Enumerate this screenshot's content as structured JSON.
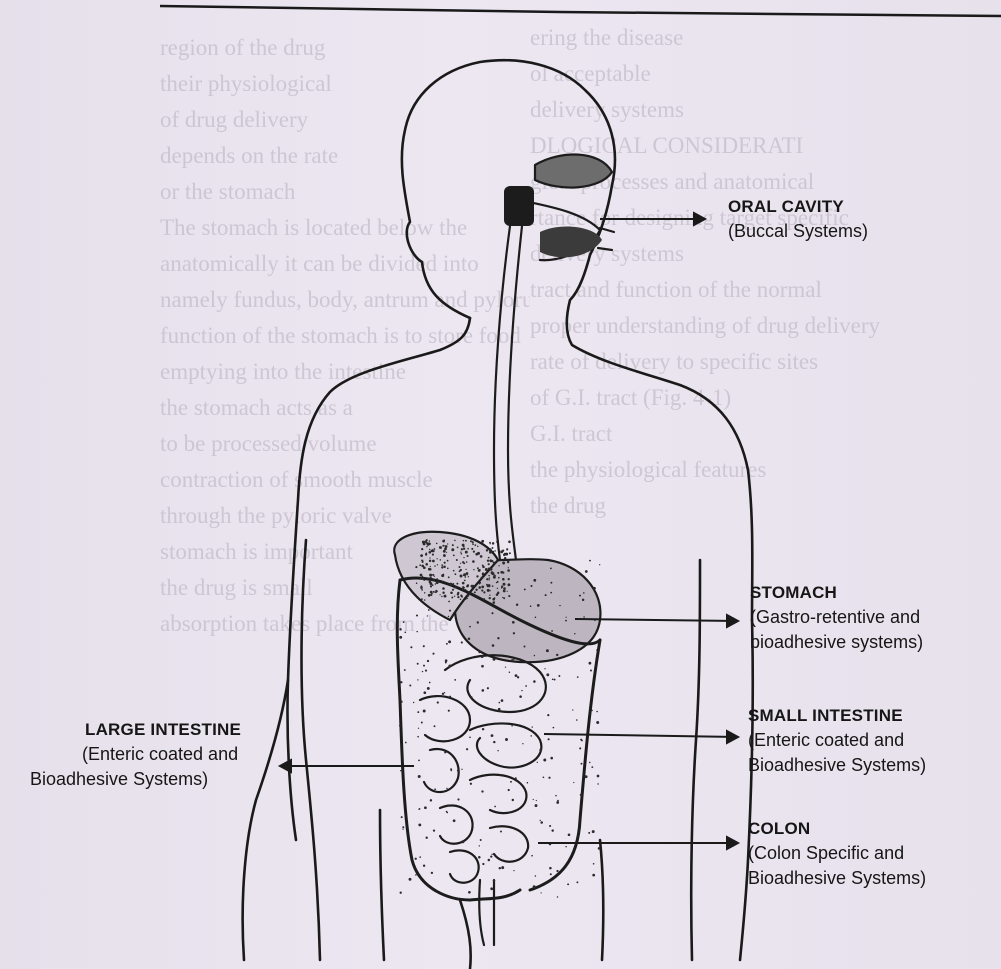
{
  "background_text": {
    "left_column": [
      "ering the disease",
      "ol acceptable",
      "delivery systems",
      "DLOGICAL CONSIDERATI",
      "gical processes and anatomical",
      "rtance for designing target specific",
      "delivery systems",
      "tract and function of the normal",
      "proper understanding of drug delivery",
      "rate of delivery to specific sites",
      "of G.I. tract (Fig. 4-1)",
      "G.I. tract",
      "the physiological features",
      "the drug"
    ],
    "right_column": [
      "region of the drug",
      "their physiological",
      "of drug delivery",
      "depends on the rate",
      "or the stomach",
      "The stomach is located below the",
      "anatomically it can be divided into",
      "namely fundus, body, antrum and pylorus",
      "function of the stomach is to store food",
      "emptying into the intestine",
      "the stomach acts as a",
      "to be processed volume",
      "contraction of smooth muscle",
      "through the pyloric valve",
      "stomach is important",
      "the drug is small",
      "absorption takes place from the"
    ]
  },
  "labels": {
    "oral_cavity": {
      "title": "ORAL CAVITY",
      "desc": "(Buccal Systems)"
    },
    "stomach": {
      "title": "STOMACH",
      "desc1": "(Gastro-retentive and",
      "desc2": "bioadhesive systems)"
    },
    "small_intestine": {
      "title": "SMALL INTESTINE",
      "desc1": "(Enteric coated and",
      "desc2": "Bioadhesive Systems)"
    },
    "colon": {
      "title": "COLON",
      "desc1": "(Colon Specific and",
      "desc2": "Bioadhesive Systems)"
    },
    "large_intestine": {
      "title": "LARGE INTESTINE",
      "desc1": "(Enteric coated and",
      "desc2": "Bioadhesive Systems)"
    }
  },
  "colors": {
    "paper": "#e9e4ee",
    "ink": "#1a1a1a",
    "bleed_ink": "#b8aebd"
  }
}
